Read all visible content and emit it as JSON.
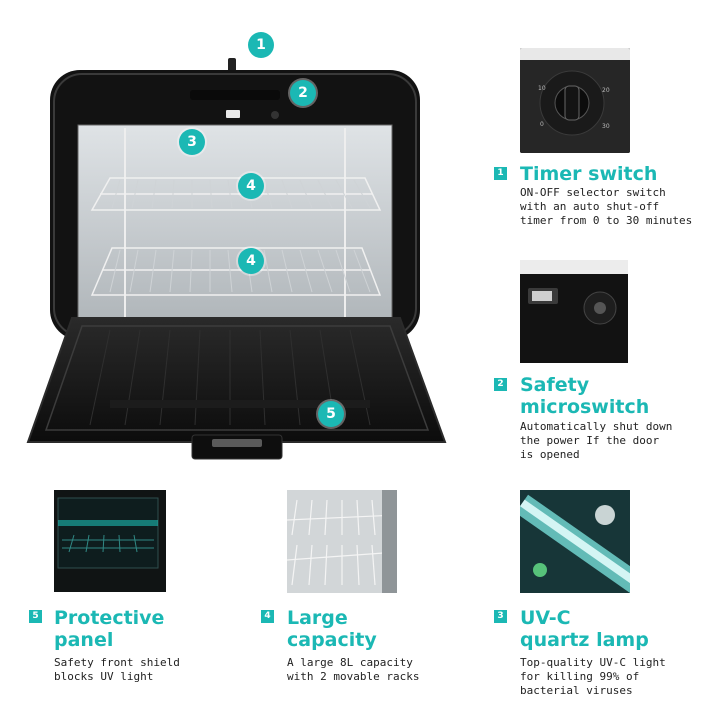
{
  "markers": {
    "m1": "1",
    "m2": "2",
    "m3": "3",
    "m4a": "4",
    "m4b": "4",
    "m5": "5"
  },
  "features": {
    "timer": {
      "num": "1",
      "title": "Timer switch",
      "desc": "ON-OFF selector switch\nwith an auto shut-off\ntimer from 0 to 30 minutes"
    },
    "microswitch": {
      "num": "2",
      "title": "Safety\nmicroswitch",
      "desc": "Automatically shut down\nthe power If the door\nis opened"
    },
    "panel": {
      "num": "5",
      "title": "Protective\npanel",
      "desc": "Safety front shield\nblocks UV light"
    },
    "capacity": {
      "num": "4",
      "title": "Large\ncapacity",
      "desc": "A large 8L capacity\nwith 2 movable racks"
    },
    "lamp": {
      "num": "3",
      "title": "UV-C\nquartz lamp",
      "desc": "Top-quality UV-C light\nfor killing 99% of\nbacterial viruses"
    }
  },
  "colors": {
    "accent": "#1bb8b4",
    "body": "#111111",
    "text": "#222222"
  }
}
